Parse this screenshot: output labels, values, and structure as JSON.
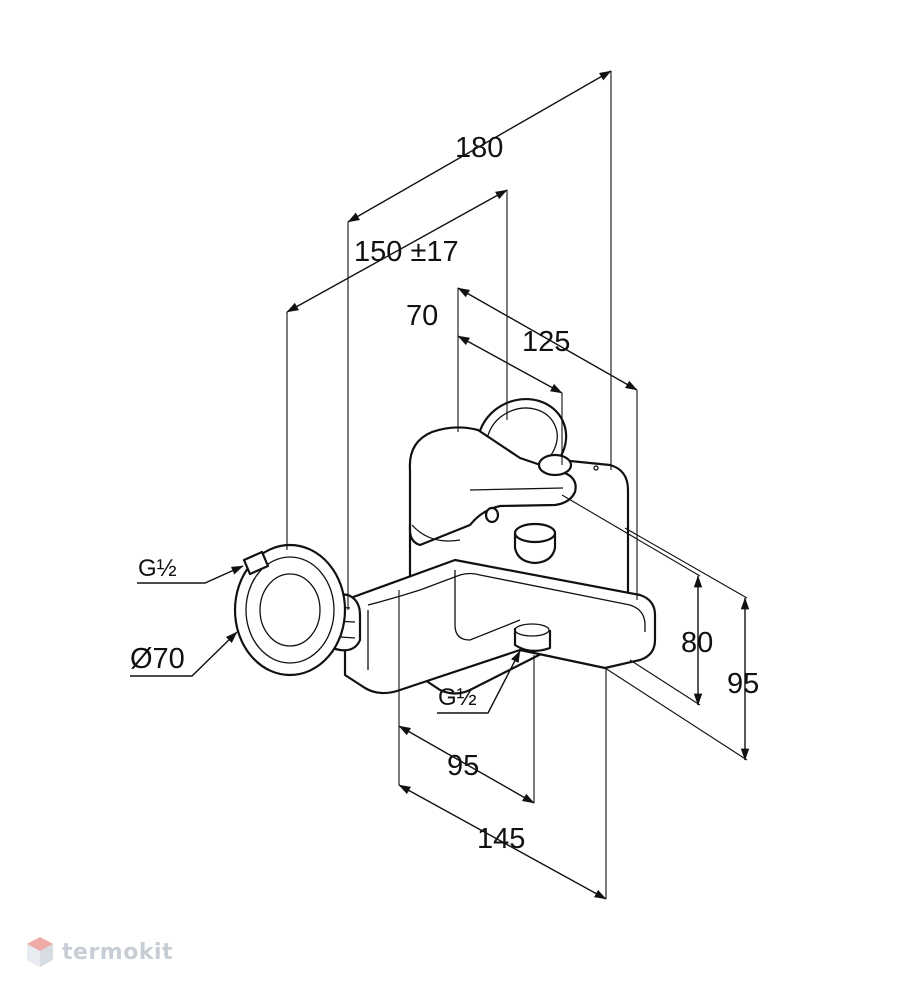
{
  "dimensions": {
    "d180": "180",
    "d150": "150 ±17",
    "d70": "70",
    "d125": "125",
    "d80": "80",
    "d95_vertical": "95",
    "d95_horizontal": "95",
    "d145": "145",
    "thread_inlet": "G½",
    "thread_outlet": "G½",
    "diameter": "Ø70"
  },
  "watermark": {
    "text": "termokit"
  },
  "colors": {
    "line": "#111111",
    "watermark": "#9aa6b2",
    "watermark_red": "#e0433f"
  }
}
